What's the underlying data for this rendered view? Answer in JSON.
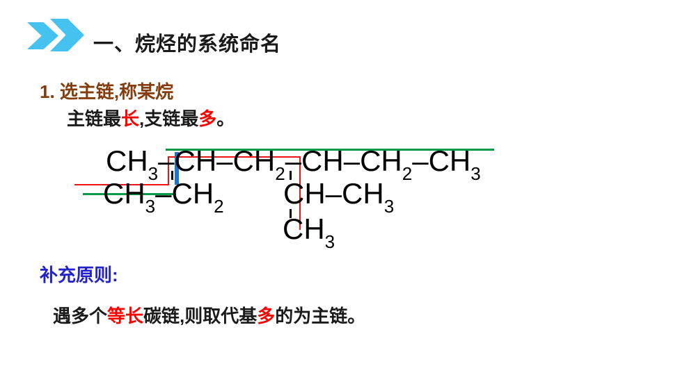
{
  "colors": {
    "chevron": "#45C2F0",
    "brown_heading": "#843C0C",
    "accent_red": "#FF0000",
    "line_red": "#EE1414",
    "line_green": "#009A49",
    "line_blue": "#1B75D0",
    "heading_blue": "#2222CC",
    "ink": "#1A1A1A"
  },
  "header": {
    "title": "一、烷烃的系统命名"
  },
  "section_select_chain": {
    "heading": "1. 选主链,称某烷",
    "rule": {
      "p0": "主链最",
      "p1": "长",
      "p2": ",支链最",
      "p3": "多",
      "p4": "。"
    }
  },
  "supplement": {
    "heading": "补充原则:",
    "rule": {
      "p0": "遇多个",
      "p1": "等长",
      "p2": "碳链,则取代基",
      "p3": "多",
      "p4": "的为主链。"
    }
  },
  "formula": {
    "main": [
      "CH",
      "3",
      "–",
      "CH",
      "–",
      "CH",
      "2",
      "–",
      "CH",
      "–",
      "CH",
      "2",
      "–",
      "CH",
      "3"
    ],
    "ethyl": [
      "CH",
      "3",
      "–",
      "CH",
      "2"
    ],
    "isopropyl": [
      "CH",
      "–",
      "CH",
      "3"
    ],
    "methyl": [
      "CH",
      "3"
    ]
  },
  "annotations": {
    "green_line_meaning": "candidate main chain traced in green",
    "red_line_meaning": "candidate main chain traced in red",
    "blue_bar_meaning": "shared bond highlighted in blue"
  }
}
